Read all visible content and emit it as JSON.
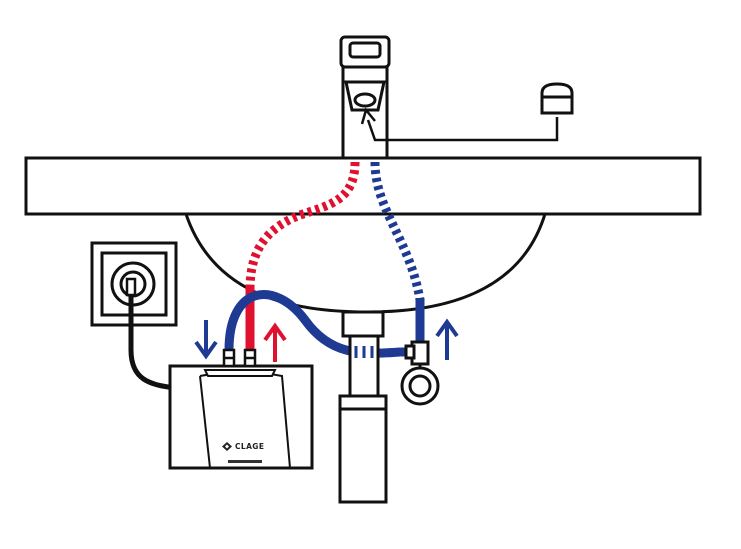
{
  "brand": {
    "logo_text": "CLAGE"
  },
  "colors": {
    "hot": "#e0102f",
    "cold": "#1f3a93",
    "outline": "#111111",
    "background": "#ffffff"
  },
  "arrows": [
    {
      "name": "cold-flow-down-arrow",
      "direction": "down",
      "color": "cold"
    },
    {
      "name": "hot-flow-up-arrow",
      "direction": "up",
      "color": "hot"
    },
    {
      "name": "cold-inlet-up-arrow",
      "direction": "up",
      "color": "cold"
    }
  ],
  "icons": [
    "faucet-icon",
    "aerator-icon",
    "wall-socket-icon",
    "water-heater-icon",
    "siphon-trap-icon",
    "shutoff-valve-icon",
    "washbasin-icon"
  ]
}
